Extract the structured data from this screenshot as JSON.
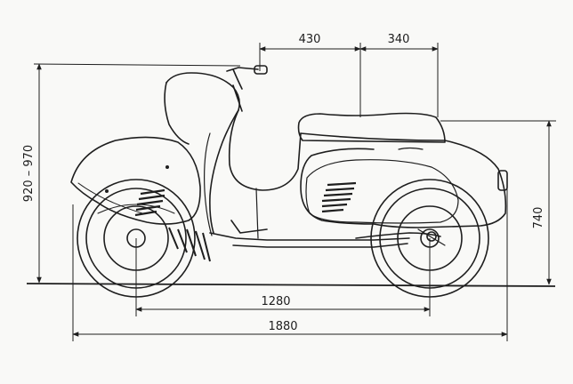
{
  "dimensions": {
    "handlebar_to_seat": "430",
    "seat_to_rear": "340",
    "overall_height": "920 – 970",
    "seat_height": "740",
    "wheelbase": "1280",
    "overall_length": "1880"
  },
  "colors": {
    "paper": "#f9f9f7",
    "ink": "#1e1e1e"
  }
}
